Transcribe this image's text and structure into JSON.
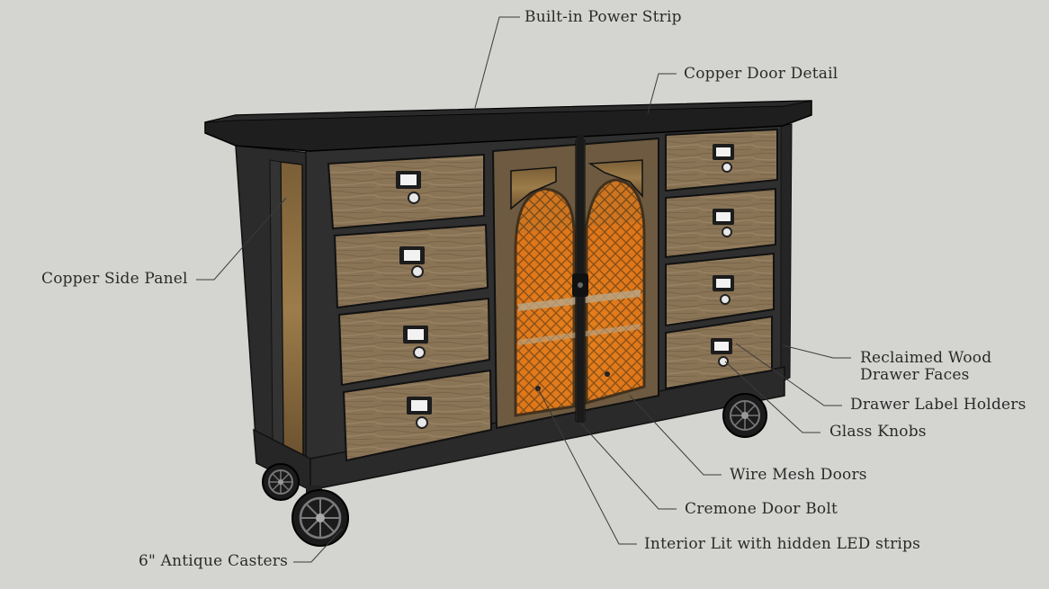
{
  "diagram": {
    "subject": "Industrial sideboard cabinet with drawers and wire mesh doors",
    "colors": {
      "background": "#d4d4d1",
      "frame": "#2f2f2f",
      "top": "#1f1f1f",
      "wood": "#8a7456",
      "copper": "#8b6a3c",
      "interior_glow": "#f08a1e",
      "leader_line": "#3a3a3a"
    },
    "labels": {
      "power_strip": "Built-in Power Strip",
      "copper_door": "Copper Door Detail",
      "copper_side": "Copper Side Panel",
      "reclaimed_line1": "Reclaimed Wood",
      "reclaimed_line2": "Drawer Faces",
      "label_holders": "Drawer Label Holders",
      "glass_knobs": "Glass Knobs",
      "wire_mesh": "Wire Mesh Doors",
      "cremone": "Cremone Door Bolt",
      "interior_lit": "Interior Lit with hidden LED strips",
      "casters": "6\" Antique Casters"
    }
  }
}
